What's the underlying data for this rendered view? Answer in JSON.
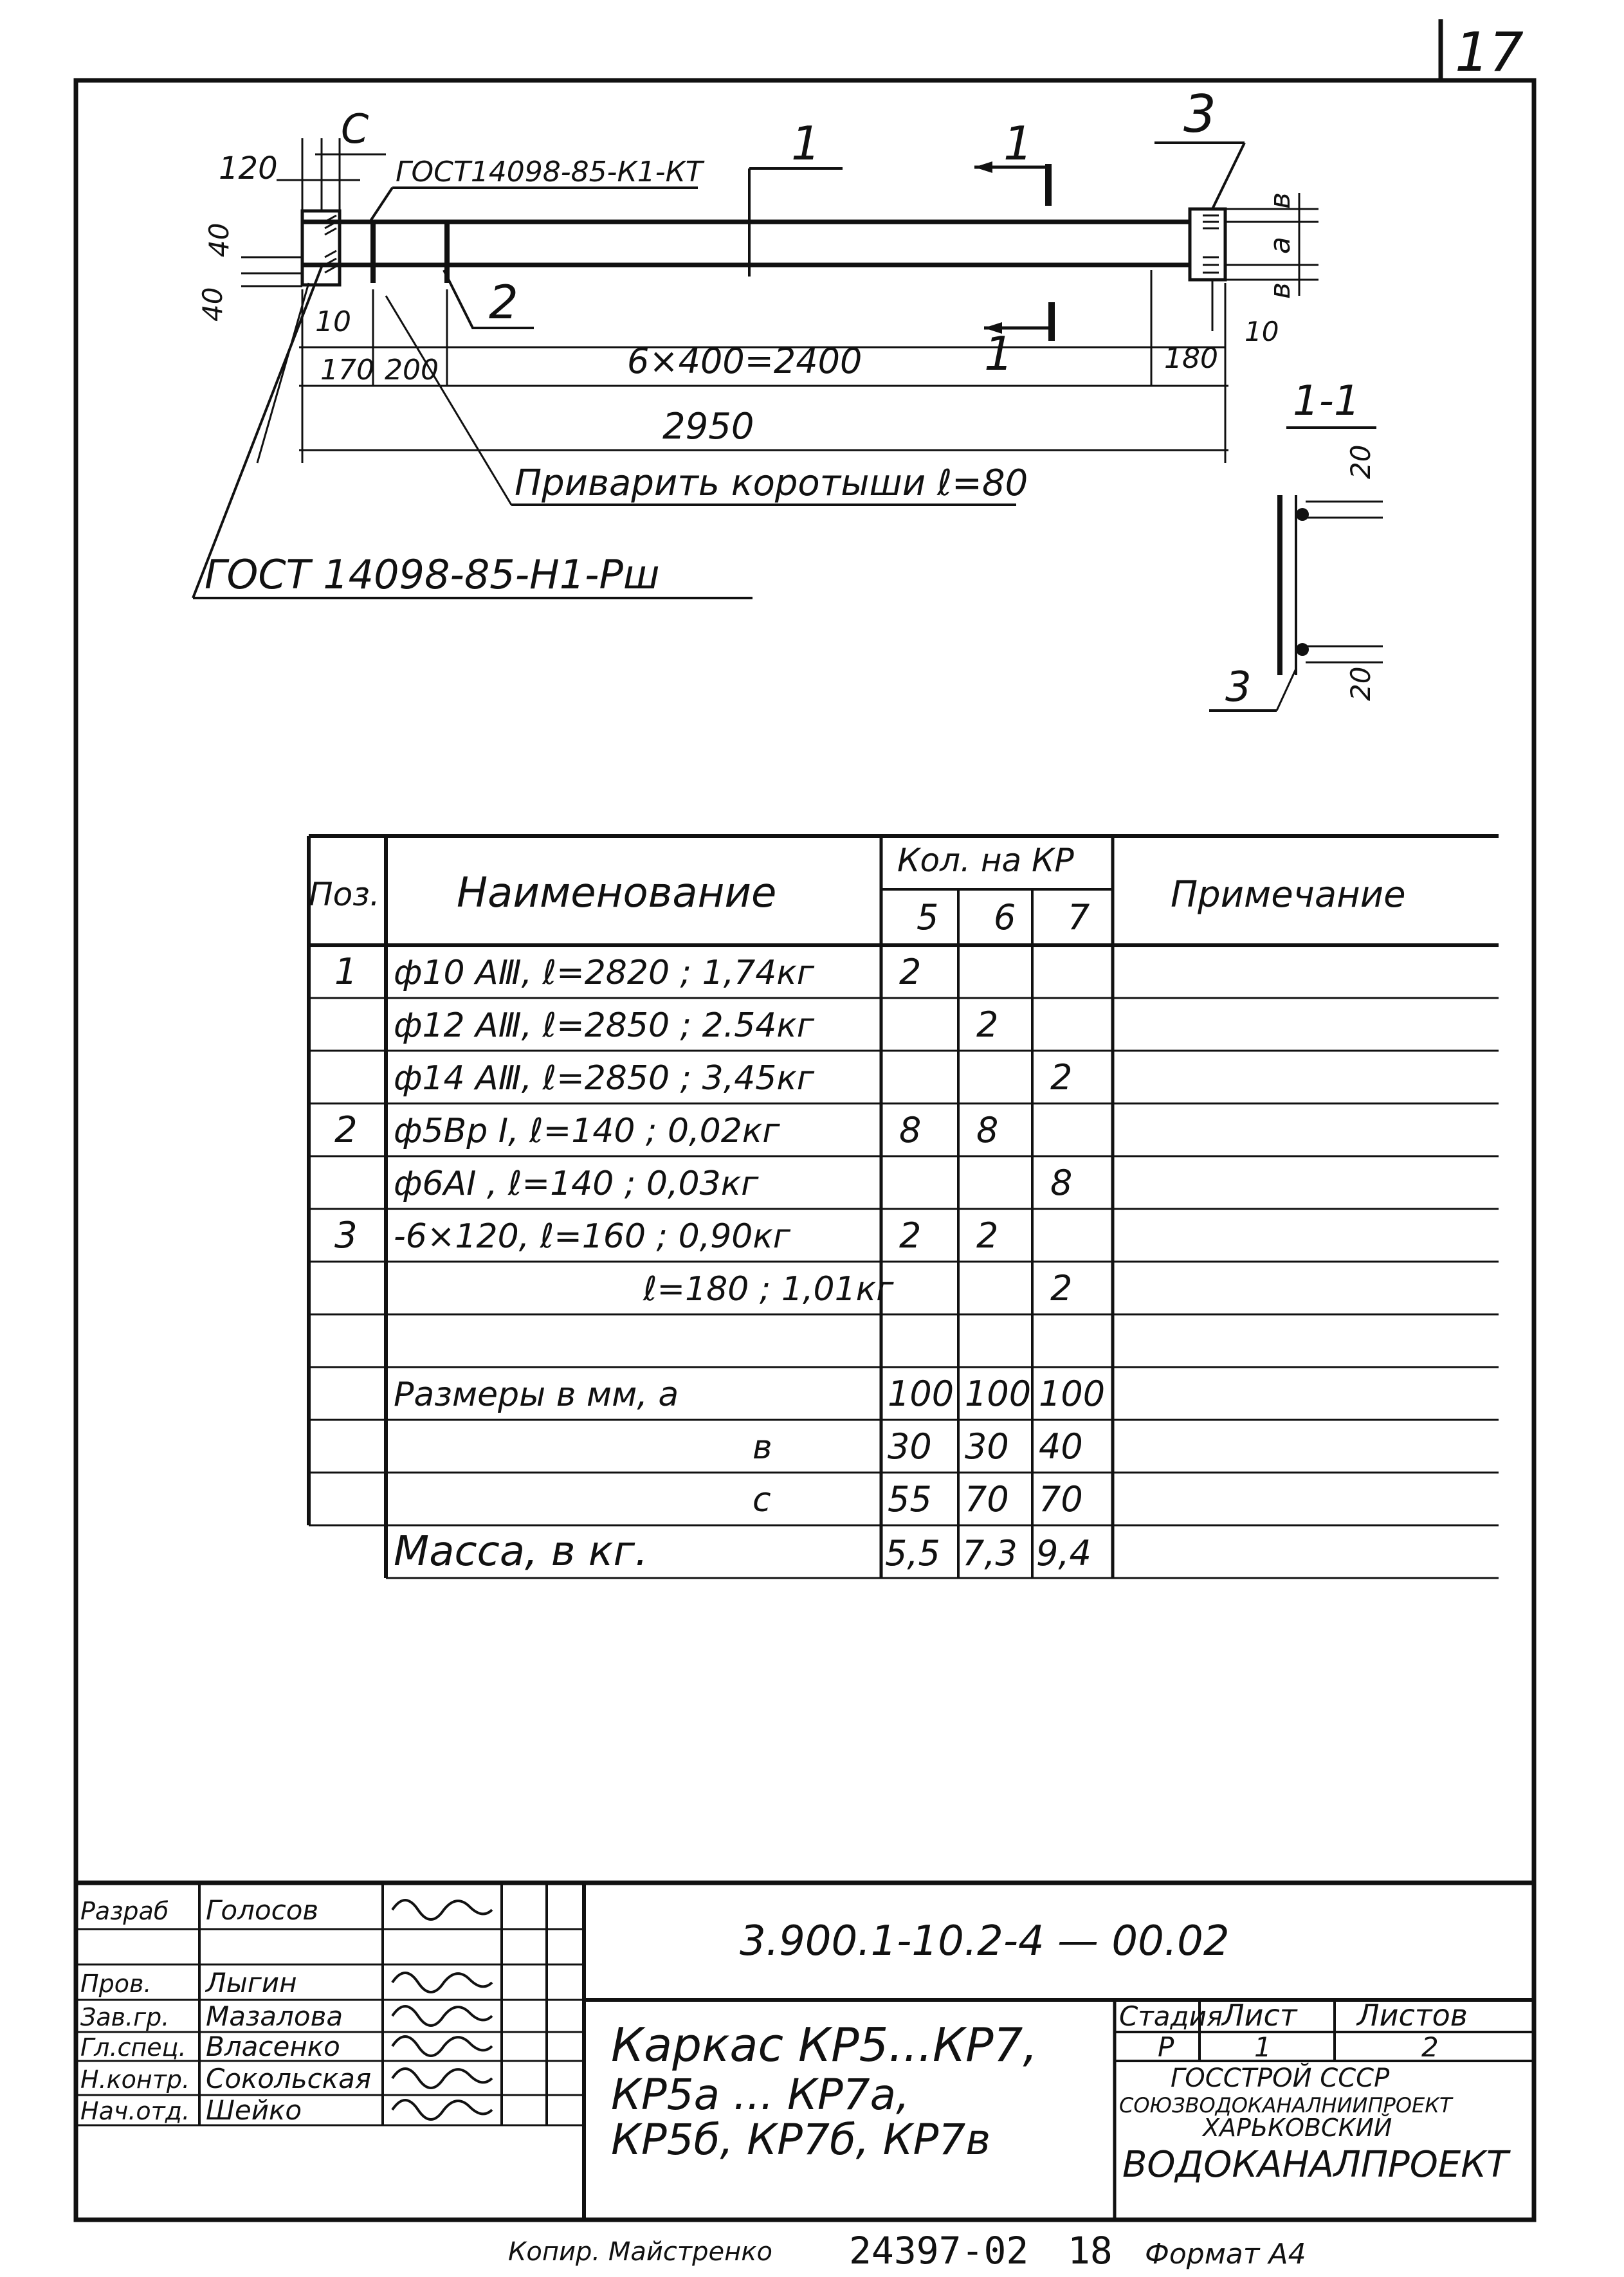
{
  "sheet_number": "17",
  "drawing": {
    "dim_120": "120",
    "label_c": "C",
    "gost_k1": "ГОСТ14098-85-К1-КТ",
    "pos1": "1",
    "section_mark": "1",
    "pos3": "3",
    "dim_v": "в",
    "dim_a": "а",
    "dim_40a": "40",
    "dim_40b": "40",
    "dim_10a": "10",
    "dim_10b": "10",
    "pos2": "2",
    "dim_170": "170",
    "dim_200": "200",
    "dim_2400": "6×400=2400",
    "dim_180": "180",
    "dim_2950": "2950",
    "note_weld": "Приварить коротыши ℓ=80",
    "gost_h1": "ГОСТ 14098-85-Н1-Рш",
    "section_title": "1-1",
    "dim_20a": "20",
    "dim_20b": "20",
    "section_pos3": "3"
  },
  "spec_table": {
    "col_pos": "Поз.",
    "col_name": "Наименование",
    "col_qty": "Кол. на КР",
    "col_note": "Примечание",
    "qty_cols": [
      "5",
      "6",
      "7"
    ],
    "rows": [
      {
        "pos": "1",
        "name": "ф10 АⅢ, ℓ=2820 ;  1,74кг",
        "q": [
          "2",
          "",
          ""
        ]
      },
      {
        "pos": "",
        "name": "ф12 АⅢ, ℓ=2850 ;  2.54кг",
        "q": [
          "",
          "2",
          ""
        ]
      },
      {
        "pos": "",
        "name": "ф14 АⅢ, ℓ=2850 ;  3,45кг",
        "q": [
          "",
          "",
          "2"
        ]
      },
      {
        "pos": "2",
        "name": "ф5Вр Ⅰ, ℓ=140 ;  0,02кг",
        "q": [
          "8",
          "8",
          ""
        ]
      },
      {
        "pos": "",
        "name": "ф6АⅠ , ℓ=140 ;  0,03кг",
        "q": [
          "",
          "",
          "8"
        ]
      },
      {
        "pos": "3",
        "name": "-6×120, ℓ=160 ;  0,90кг",
        "q": [
          "2",
          "2",
          ""
        ]
      },
      {
        "pos": "",
        "name": "ℓ=180 ;  1,01кг",
        "q": [
          "",
          "",
          "2"
        ]
      },
      {
        "pos": "",
        "name": "",
        "q": [
          "",
          "",
          ""
        ]
      },
      {
        "pos": "",
        "name": "Размеры в мм,      а",
        "q": [
          "100",
          "100",
          "100"
        ]
      },
      {
        "pos": "",
        "name": "в",
        "q": [
          "30",
          "30",
          "40"
        ]
      },
      {
        "pos": "",
        "name": "с",
        "q": [
          "55",
          "70",
          "70"
        ]
      }
    ],
    "mass_label": "Масса, в кг.",
    "mass": [
      "5,5",
      "7,3",
      "9,4"
    ]
  },
  "title_block": {
    "doc_code": "3.900.1-10.2-4 — 00.02",
    "roles": [
      "Разраб",
      "Пров.",
      "Зав.гр.",
      "Гл.спец.",
      "Н.контр.",
      "Нач.отд."
    ],
    "people": [
      "Голосов",
      "Лыгин",
      "Мазалова",
      "Власенко",
      "Сокольская",
      "Шейко"
    ],
    "title_line1": "Каркас КР5...КР7,",
    "title_line2": "КР5а ... КР7а,",
    "title_line3": "КР5б, КР7б, КР7в",
    "stage_label": "Стадия",
    "sheet_label": "Лист",
    "sheets_label": "Листов",
    "stage_value": "Р",
    "sheet_value": "1",
    "sheets_value": "2",
    "org1": "ГОССТРОЙ СССР",
    "org2": "СОЮЗВОДОКАНАЛНИИПРОЕКТ",
    "org3": "ХАРЬКОВСКИЙ",
    "org4": "ВОДОКАНАЛПРОЕКТ"
  },
  "footer": {
    "copied_by": "Копир. Майстренко",
    "inv_number": "24397-02",
    "page": "18",
    "format": "Формат А4"
  }
}
